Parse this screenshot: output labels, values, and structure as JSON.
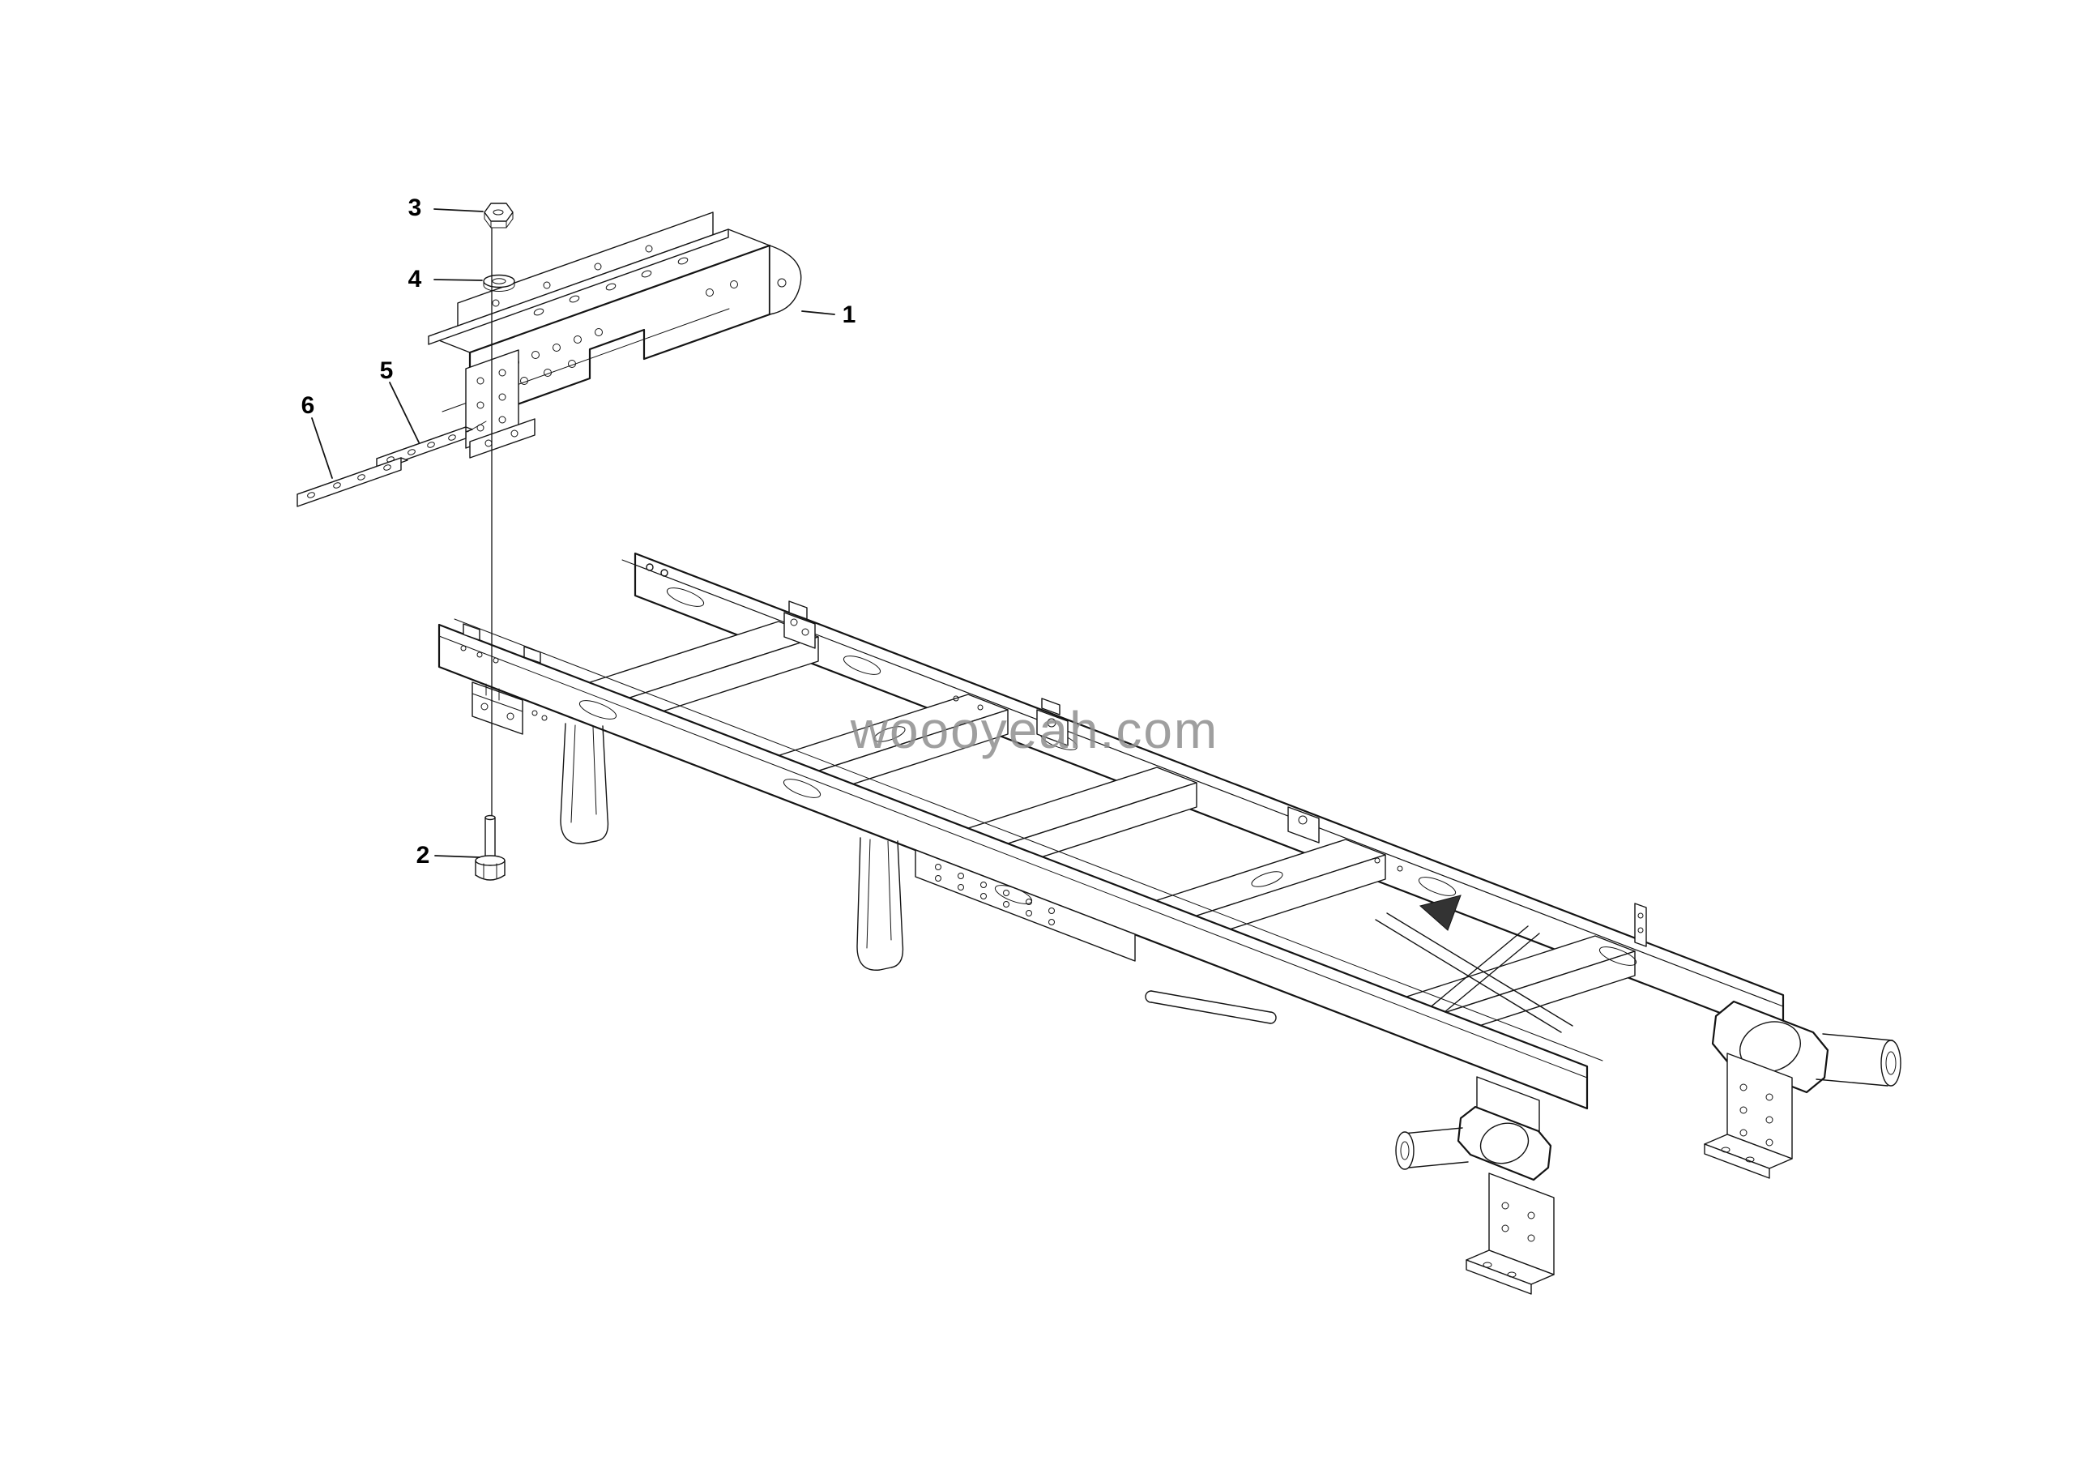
{
  "watermark": {
    "text": "woooyeah.com",
    "color": "#8f8f8f"
  },
  "diagram": {
    "background": "#ffffff",
    "line_color": "#141414",
    "callouts": [
      {
        "label": "1"
      },
      {
        "label": "2"
      },
      {
        "label": "3"
      },
      {
        "label": "4"
      },
      {
        "label": "5"
      },
      {
        "label": "6"
      }
    ]
  }
}
